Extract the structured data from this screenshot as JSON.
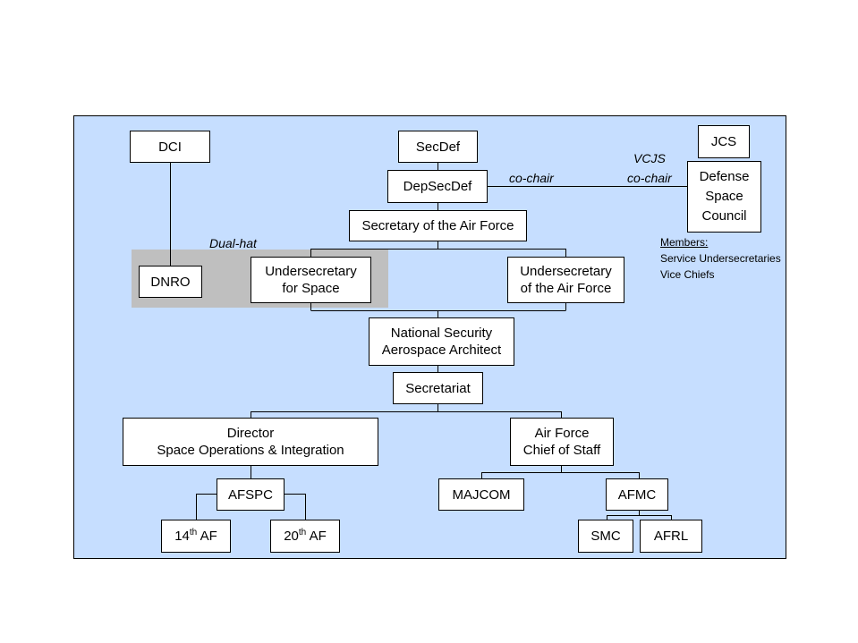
{
  "nodes": {
    "dci": {
      "lines": [
        "DCI"
      ]
    },
    "secdef": {
      "lines": [
        "SecDef"
      ]
    },
    "jcs": {
      "lines": [
        "JCS"
      ]
    },
    "depsecdef": {
      "lines": [
        "DepSecDef"
      ]
    },
    "dsc": {
      "lines": [
        "Defense",
        "Space",
        "Council"
      ]
    },
    "secaf": {
      "lines": [
        "Secretary of the Air Force"
      ]
    },
    "dnro": {
      "lines": [
        "DNRO"
      ]
    },
    "usspace": {
      "lines": [
        "Undersecretary",
        "for Space"
      ]
    },
    "usaf": {
      "lines": [
        "Undersecretary",
        "of the Air Force"
      ]
    },
    "nsaa": {
      "lines": [
        "National Security",
        "Aerospace Architect"
      ]
    },
    "secretariat": {
      "lines": [
        "Secretariat"
      ]
    },
    "director": {
      "lines": [
        "Director",
        "Space Operations & Integration"
      ]
    },
    "afcos": {
      "lines": [
        "Air Force",
        "Chief of Staff"
      ]
    },
    "afspc": {
      "lines": [
        "AFSPC"
      ]
    },
    "majcom": {
      "lines": [
        "MAJCOM"
      ]
    },
    "afmc": {
      "lines": [
        "AFMC"
      ]
    },
    "af14": {
      "num": "14",
      "sup": "th",
      "rest": " AF"
    },
    "af20": {
      "num": "20",
      "sup": "th",
      "rest": " AF"
    },
    "smc": {
      "lines": [
        "SMC"
      ]
    },
    "afrl": {
      "lines": [
        "AFRL"
      ]
    }
  },
  "labels": {
    "cochair_left": "co-chair",
    "vcjs": "VCJS",
    "cochair_right": "co-chair",
    "dual_hat": "Dual-hat",
    "members_title": "Members:",
    "members": [
      "Service Undersecretaries",
      "Vice Chiefs"
    ]
  }
}
